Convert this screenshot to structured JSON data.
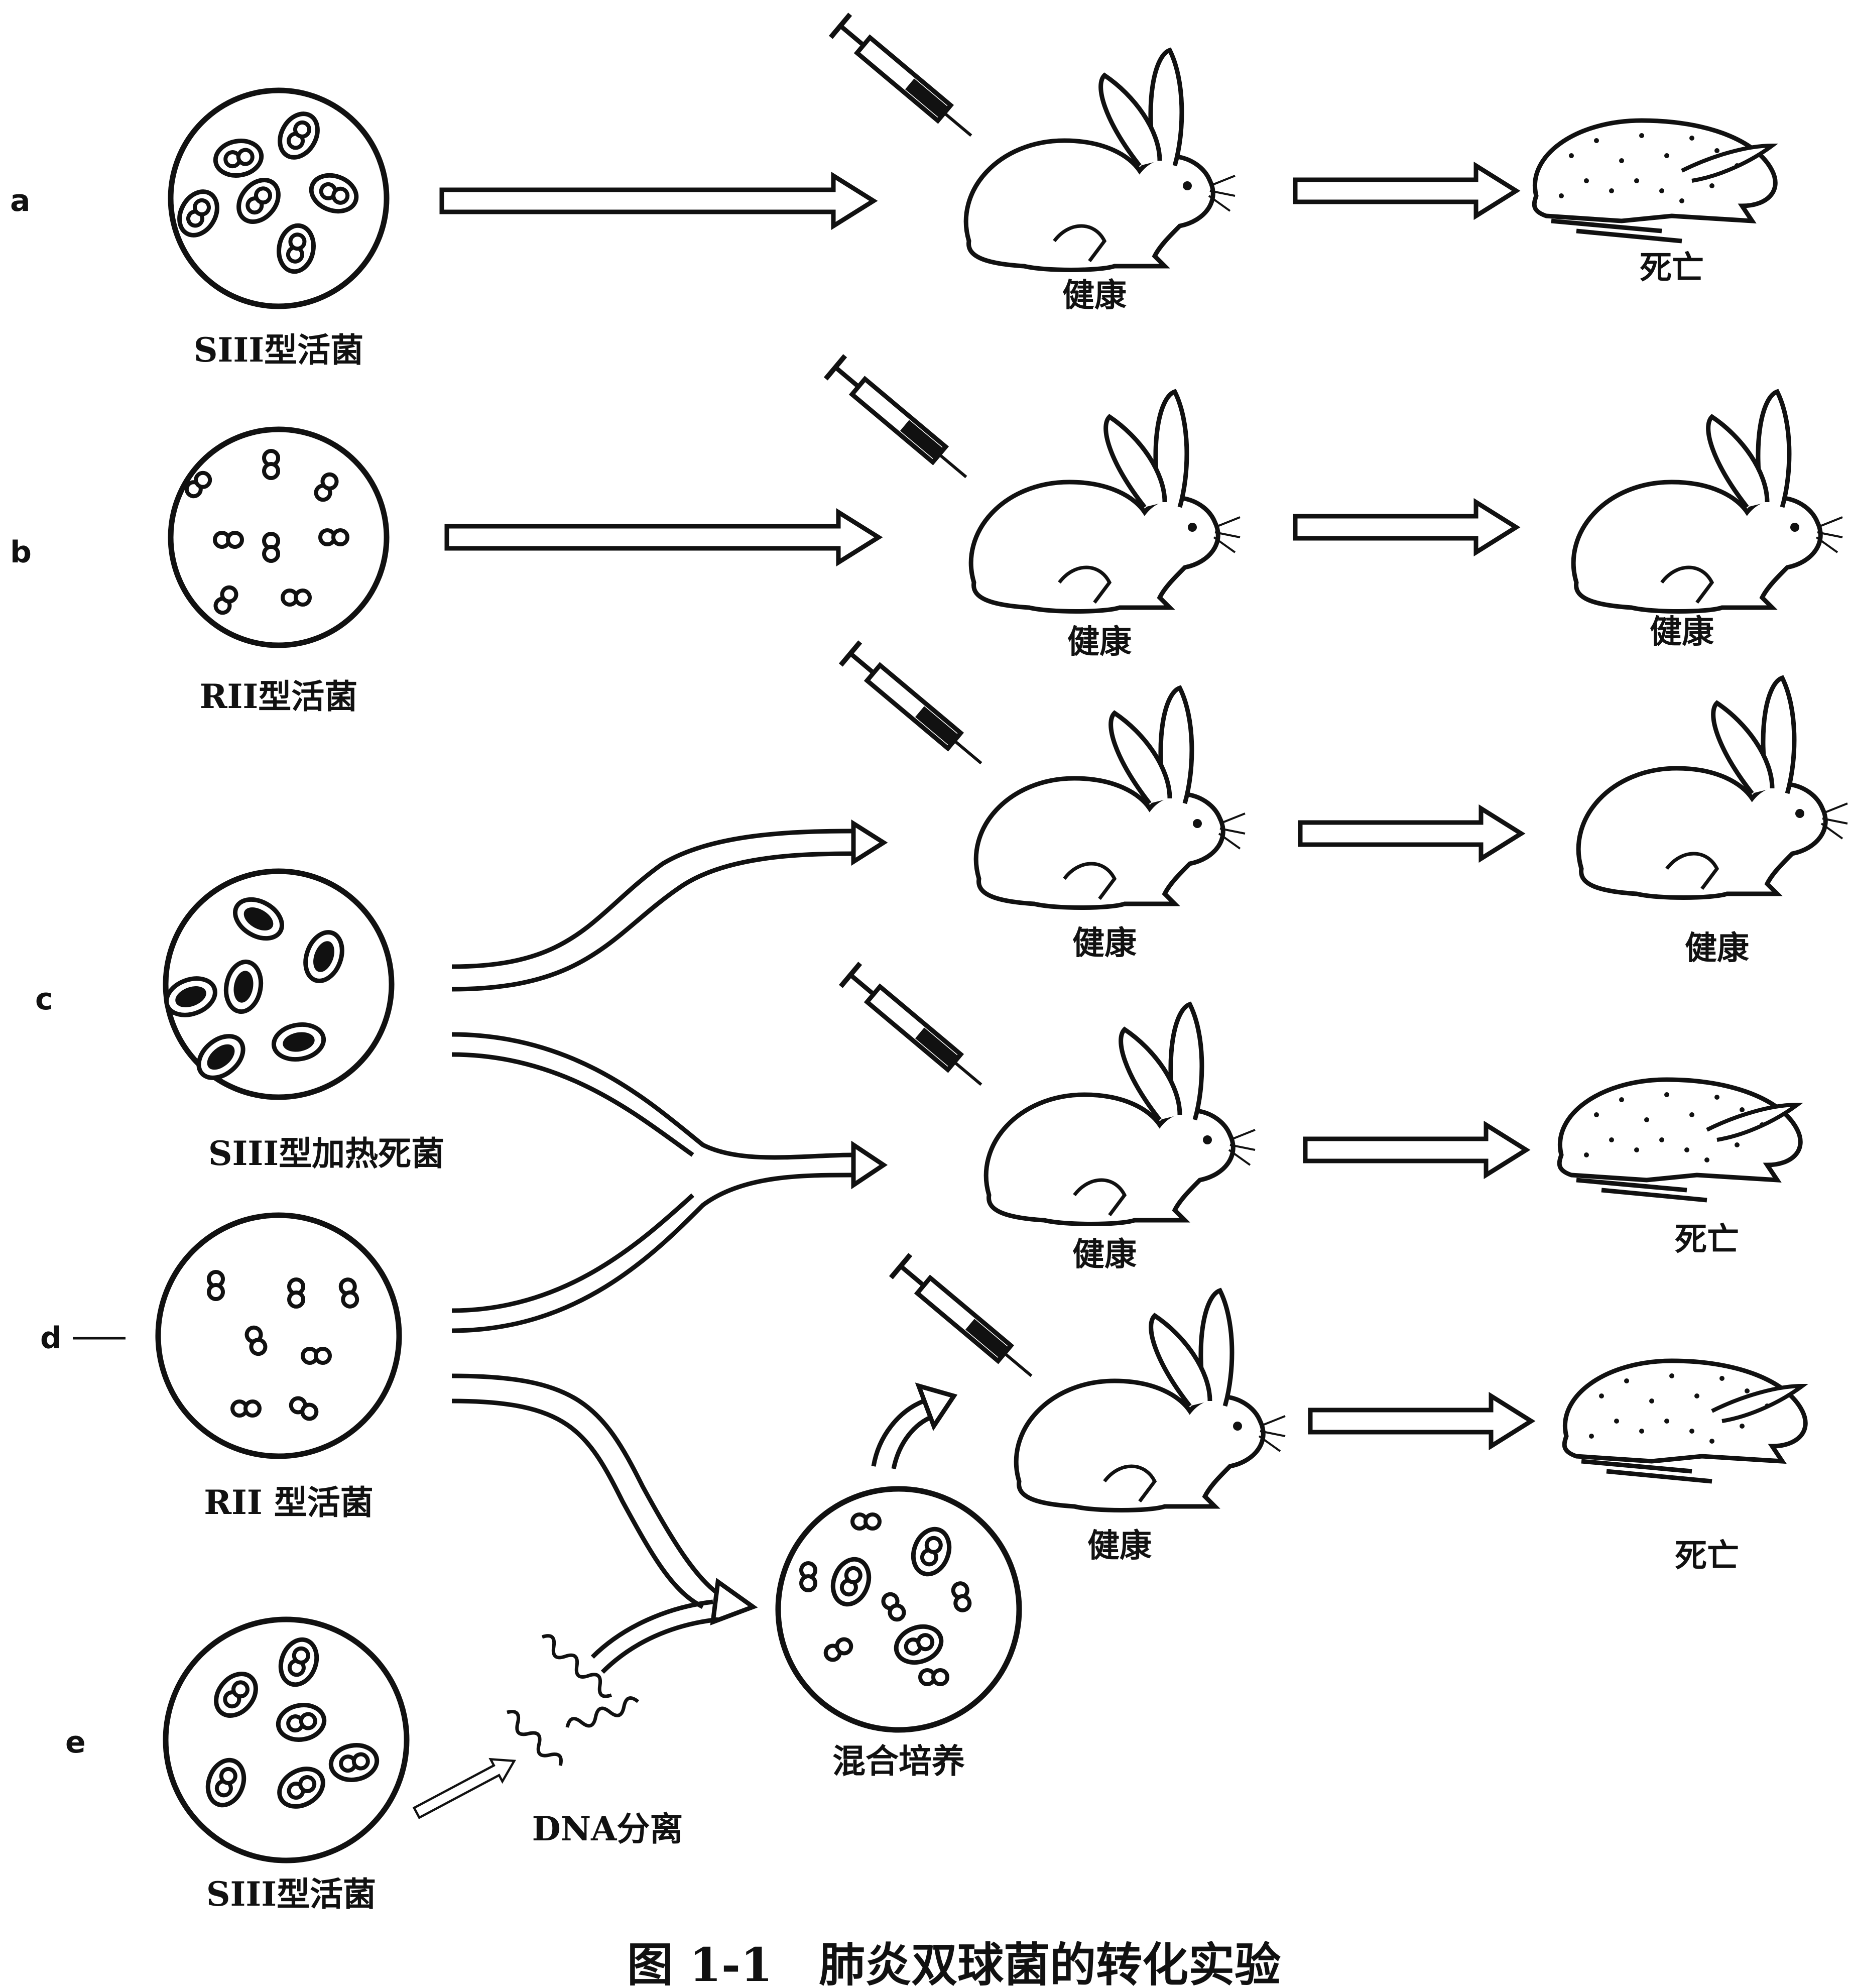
{
  "rows": {
    "a": {
      "letter": "a",
      "culture_label": "SIII型活菌",
      "rabbit_before": "健康",
      "rabbit_after": "死亡"
    },
    "b": {
      "letter": "b",
      "culture_label": "RII型活菌",
      "rabbit_before": "健康",
      "rabbit_after": "健康"
    },
    "c": {
      "letter": "c",
      "culture_label": "SIII型加热死菌",
      "rabbit_before": "健康",
      "rabbit_after": "健康"
    },
    "cd": {
      "rabbit_before": "健康",
      "rabbit_after": "死亡"
    },
    "d": {
      "letter": "d",
      "culture_label": "RII 型活菌"
    },
    "e": {
      "letter": "e",
      "culture_label": "SIII型活菌",
      "dna_label": "DNA分离",
      "mix_label": "混合培养",
      "rabbit_before": "健康",
      "rabbit_after": "死亡"
    }
  },
  "figure_title": "图 1-1　肺炎双球菌的转化实验"
}
